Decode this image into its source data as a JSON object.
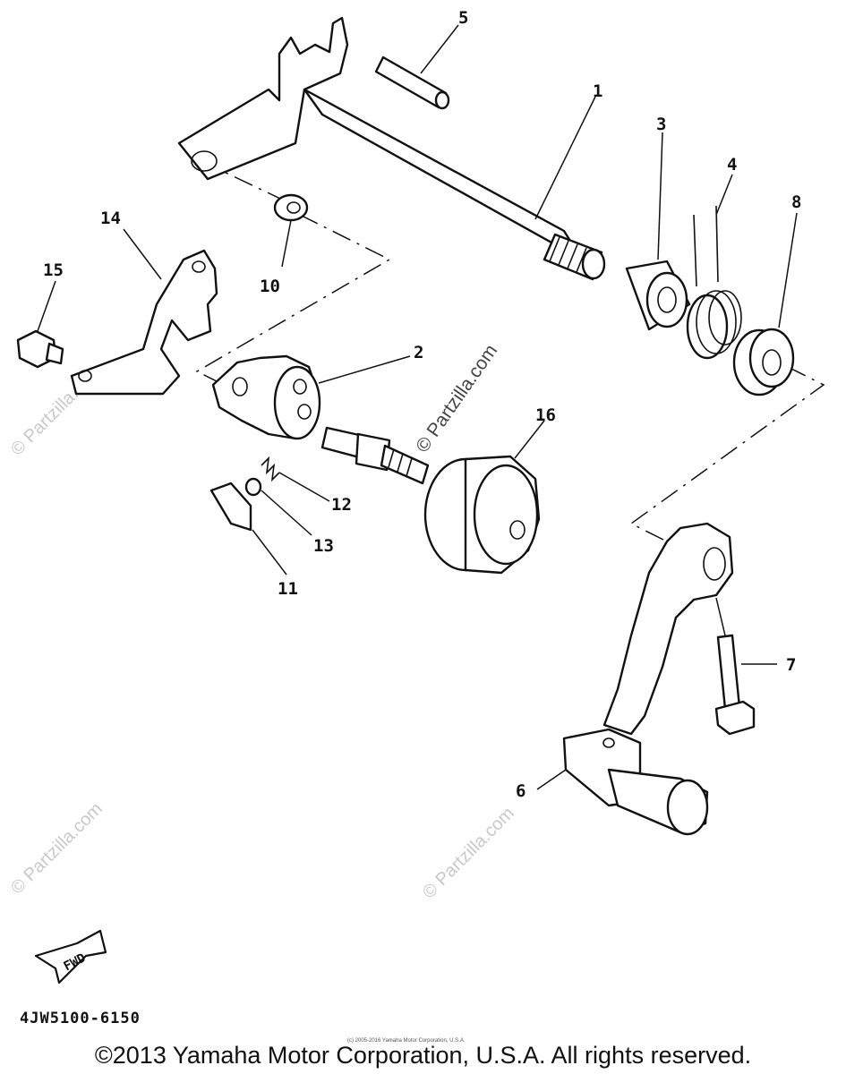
{
  "diagram": {
    "code": "4JW5100-6150",
    "direction_label": "FWD",
    "copyright": "©2013 Yamaha Motor Corporation, U.S.A. All rights reserved.",
    "small_copyright": "(c) 2005-2016 Yamaha Motor Corporation, U.S.A.",
    "watermark_center": "© Partzilla.com",
    "watermark": "© Partzilla.com",
    "callouts": {
      "c1": "1",
      "c2": "2",
      "c3": "3",
      "c4": "4",
      "c5": "5",
      "c6": "6",
      "c7": "7",
      "c8": "8",
      "c10": "10",
      "c11": "11",
      "c12": "12",
      "c13": "13",
      "c14": "14",
      "c15": "15",
      "c16": "16"
    }
  }
}
